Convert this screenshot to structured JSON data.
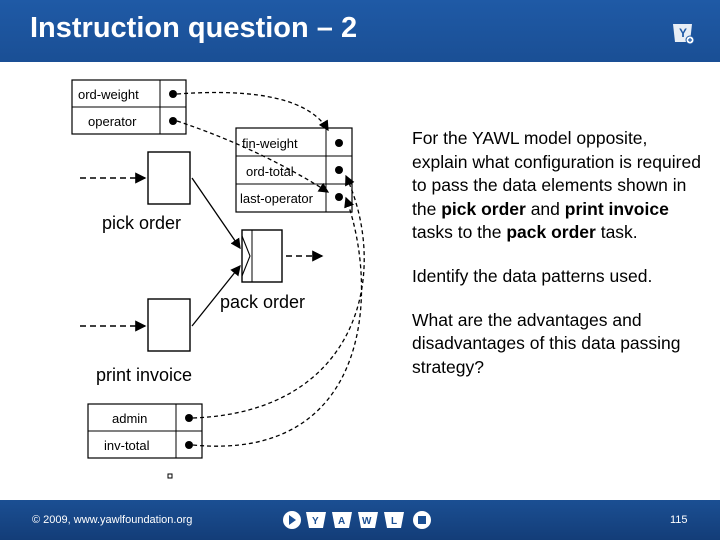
{
  "header": {
    "title": "Instruction question – 2"
  },
  "diagram": {
    "tasks": {
      "pick_order": "pick order",
      "pack_order": "pack order",
      "print_invoice": "print invoice"
    },
    "variables": {
      "ord_weight": "ord-weight",
      "operator": "operator",
      "fin_weight": "fin-weight",
      "ord_total": "ord-total",
      "last_operator": "last-operator",
      "admin": "admin",
      "inv_total": "inv-total"
    }
  },
  "content": {
    "para1_a": "For the YAWL model opposite, explain what configuration is required to pass the data elements shown in the ",
    "para1_b1": "pick order",
    "para1_c": " and ",
    "para1_b2": "print invoice",
    "para1_d": " tasks to the ",
    "para1_b3": "pack order",
    "para1_e": " task.",
    "para2": "Identify the data patterns used.",
    "para3": "What are the advantages and disadvantages of this data passing strategy?"
  },
  "footer": {
    "copyright": "© 2009, www.yawlfoundation.org",
    "page_number": "115",
    "nav_letters": [
      "Y",
      "A",
      "W",
      "L"
    ]
  },
  "colors": {
    "header_blue": "#1f5aa6",
    "footer_blue": "#1b4f93"
  }
}
